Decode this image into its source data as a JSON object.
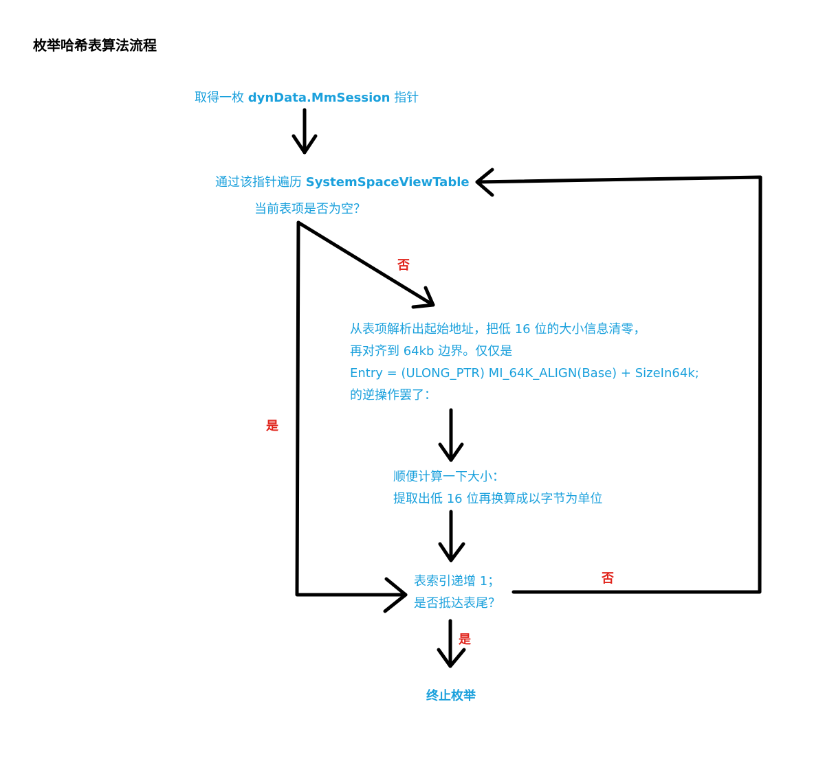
{
  "title": "枚举哈希表算法流程",
  "nodes": {
    "get_pointer": {
      "prefix": "取得一枚 ",
      "code": "dynData.MmSession",
      "suffix": " 指针"
    },
    "traverse": {
      "prefix": "通过该指针遍历 ",
      "code": "SystemSpaceViewTable",
      "question": "当前表项是否为空？"
    },
    "parse": {
      "line1": "从表项解析出起始地址，把低 16 位的大小信息清零，",
      "line2": "再对齐到  64kb 边界。仅仅是",
      "line3": "Entry = (ULONG_PTR) MI_64K_ALIGN(Base) + SizeIn64k;",
      "line4": "的逆操作罢了："
    },
    "size": {
      "line1": "顺便计算一下大小：",
      "line2": "提取出低 16 位再换算成以字节为单位"
    },
    "increment": {
      "line1": "表索引递增 1；",
      "line2": "是否抵达表尾？"
    },
    "end": {
      "label": "终止枚举"
    }
  },
  "edge_labels": {
    "no_to_parse": "否",
    "yes_left_loop": "是",
    "no_back_loop": "否",
    "yes_to_end": "是"
  },
  "colors": {
    "text_blue": "#1aa0dc",
    "label_red": "#e0241c",
    "line_black": "#000000"
  }
}
